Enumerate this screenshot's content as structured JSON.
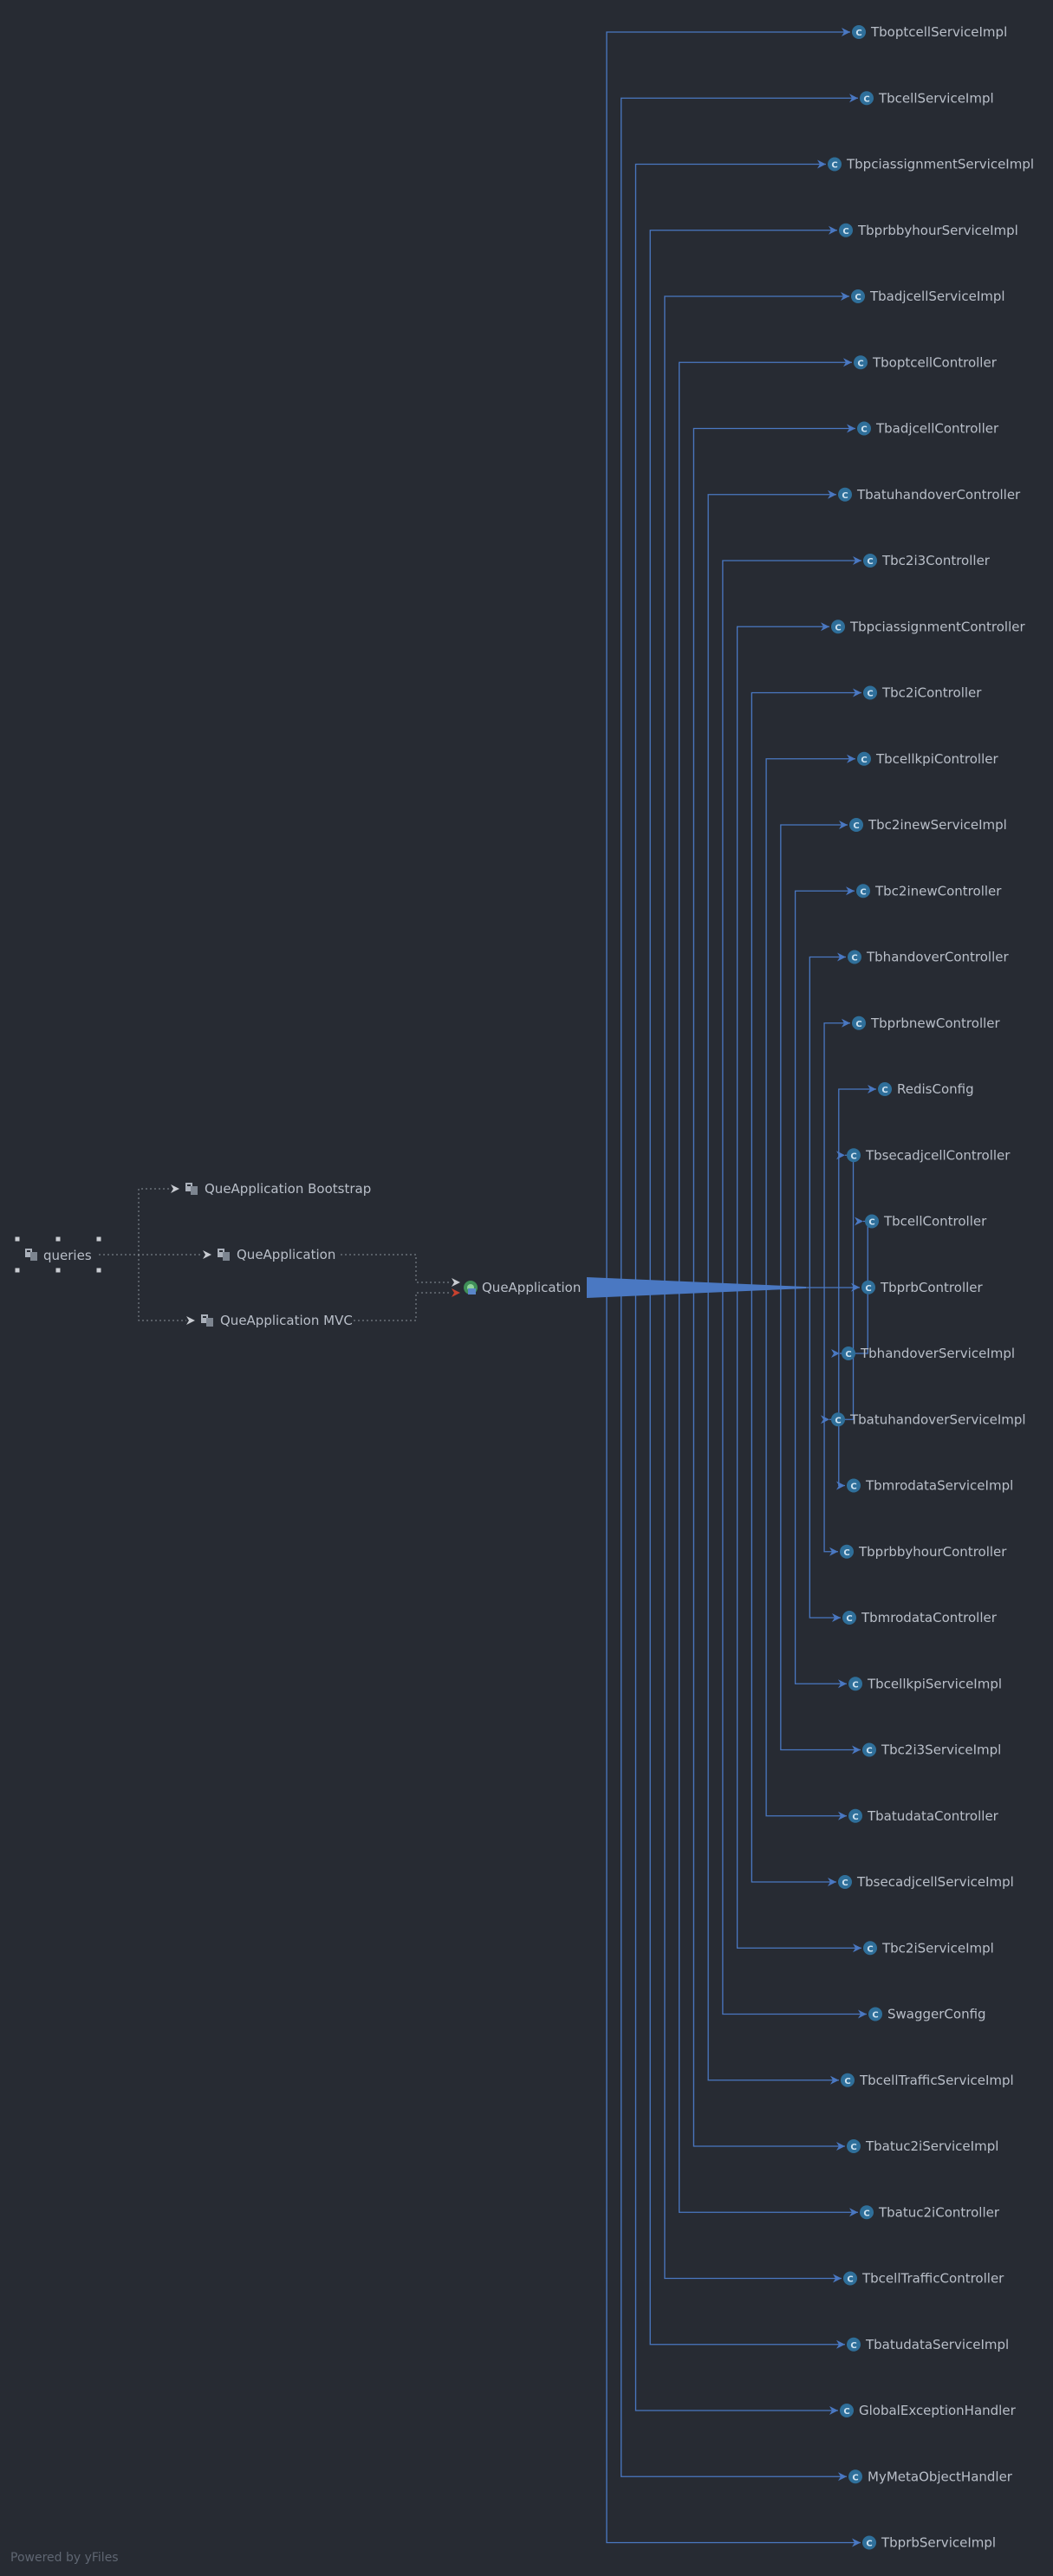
{
  "root": {
    "label": "queries",
    "icon": "module-icon"
  },
  "modules": [
    {
      "label": "QueApplication Bootstrap",
      "icon": "module-icon"
    },
    {
      "label": "QueApplication",
      "icon": "module-icon"
    },
    {
      "label": "QueApplication MVC",
      "icon": "module-icon"
    }
  ],
  "app": {
    "label": "QueApplication",
    "icon": "spring-boot-app-icon"
  },
  "classes": [
    "TboptcellServiceImpl",
    "TbcellServiceImpl",
    "TbpciassignmentServiceImpl",
    "TbprbbyhourServiceImpl",
    "TbadjcellServiceImpl",
    "TboptcellController",
    "TbadjcellController",
    "TbatuhandoverController",
    "Tbc2i3Controller",
    "TbpciassignmentController",
    "Tbc2iController",
    "TbcellkpiController",
    "Tbc2inewServiceImpl",
    "Tbc2inewController",
    "TbhandoverController",
    "TbprbnewController",
    "RedisConfig",
    "TbsecadjcellController",
    "TbcellController",
    "TbprbController",
    "TbhandoverServiceImpl",
    "TbatuhandoverServiceImpl",
    "TbmrodataServiceImpl",
    "TbprbbyhourController",
    "TbmrodataController",
    "TbcellkpiServiceImpl",
    "Tbc2i3ServiceImpl",
    "TbatudataController",
    "TbsecadjcellServiceImpl",
    "Tbc2iServiceImpl",
    "SwaggerConfig",
    "TbcellTrafficServiceImpl",
    "Tbatuc2iServiceImpl",
    "Tbatuc2iController",
    "TbcellTrafficController",
    "TbatudataServiceImpl",
    "GlobalExceptionHandler",
    "MyMetaObjectHandler",
    "TbprbServiceImpl"
  ],
  "class_icon": {
    "glyph": "C",
    "name": "class-icon"
  },
  "footer": "Powered by yFiles",
  "colors": {
    "background": "#272b33",
    "edge": "#4a78c2",
    "class_icon": "#2f6f9a",
    "dotted_edge": "#8a909a",
    "red_arrow": "#c8412f",
    "text": "#b9bfc9"
  }
}
